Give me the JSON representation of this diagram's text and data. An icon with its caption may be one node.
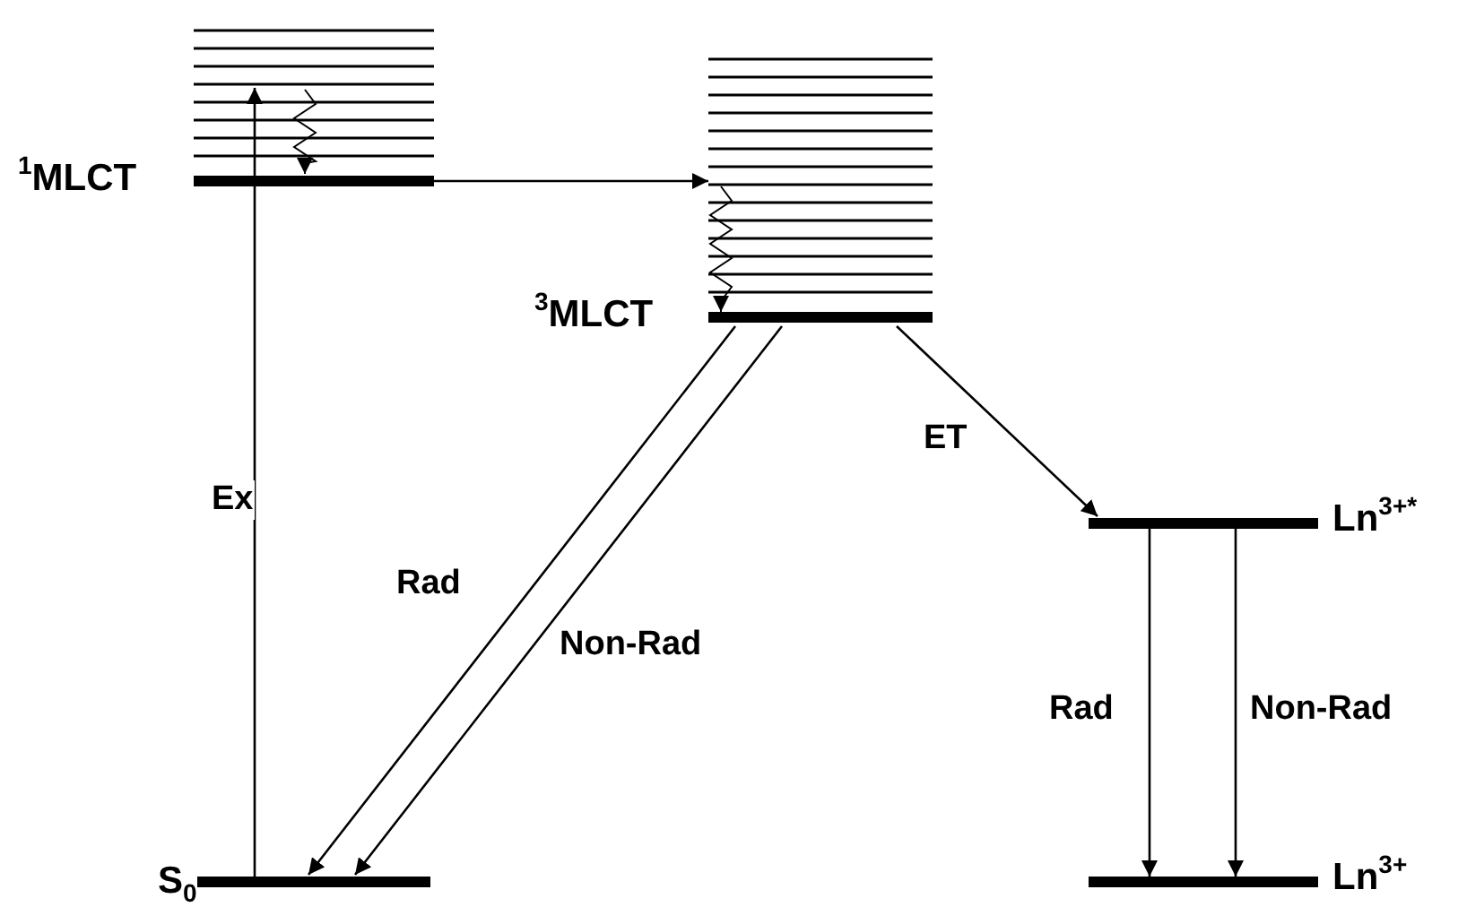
{
  "diagram": {
    "nodes": [
      {
        "text": [
          "$^{1}$MLCT"
        ]
      },
      {
        "text": [
          "$^{3}$MLCT"
        ]
      },
      {
        "text": [
          "Ln$^{3+*}$"
        ]
      },
      {
        "text": [
          "S$_{0}$"
        ]
      },
      {
        "text": [
          "Ln$^{3+}$"
        ]
      }
    ],
    "edges": [
      {
        "from": 3,
        "to": 0,
        "arrow": "to",
        "label": "Ex"
      },
      {
        "from": 0,
        "to": 1,
        "arrow": "to"
      },
      {
        "from": 1,
        "to": 3,
        "arrow": "to",
        "label": "Rad"
      },
      {
        "from": 1,
        "to": 3,
        "arrow": "to",
        "label": "Non-Rad"
      },
      {
        "from": 1,
        "to": 2,
        "arrow": "to",
        "label": "ET"
      },
      {
        "from": 2,
        "to": 4,
        "arrow": "to",
        "label": "Rad"
      },
      {
        "from": 2,
        "to": 4,
        "arrow": "to",
        "label": "Non-Rad"
      }
    ]
  }
}
